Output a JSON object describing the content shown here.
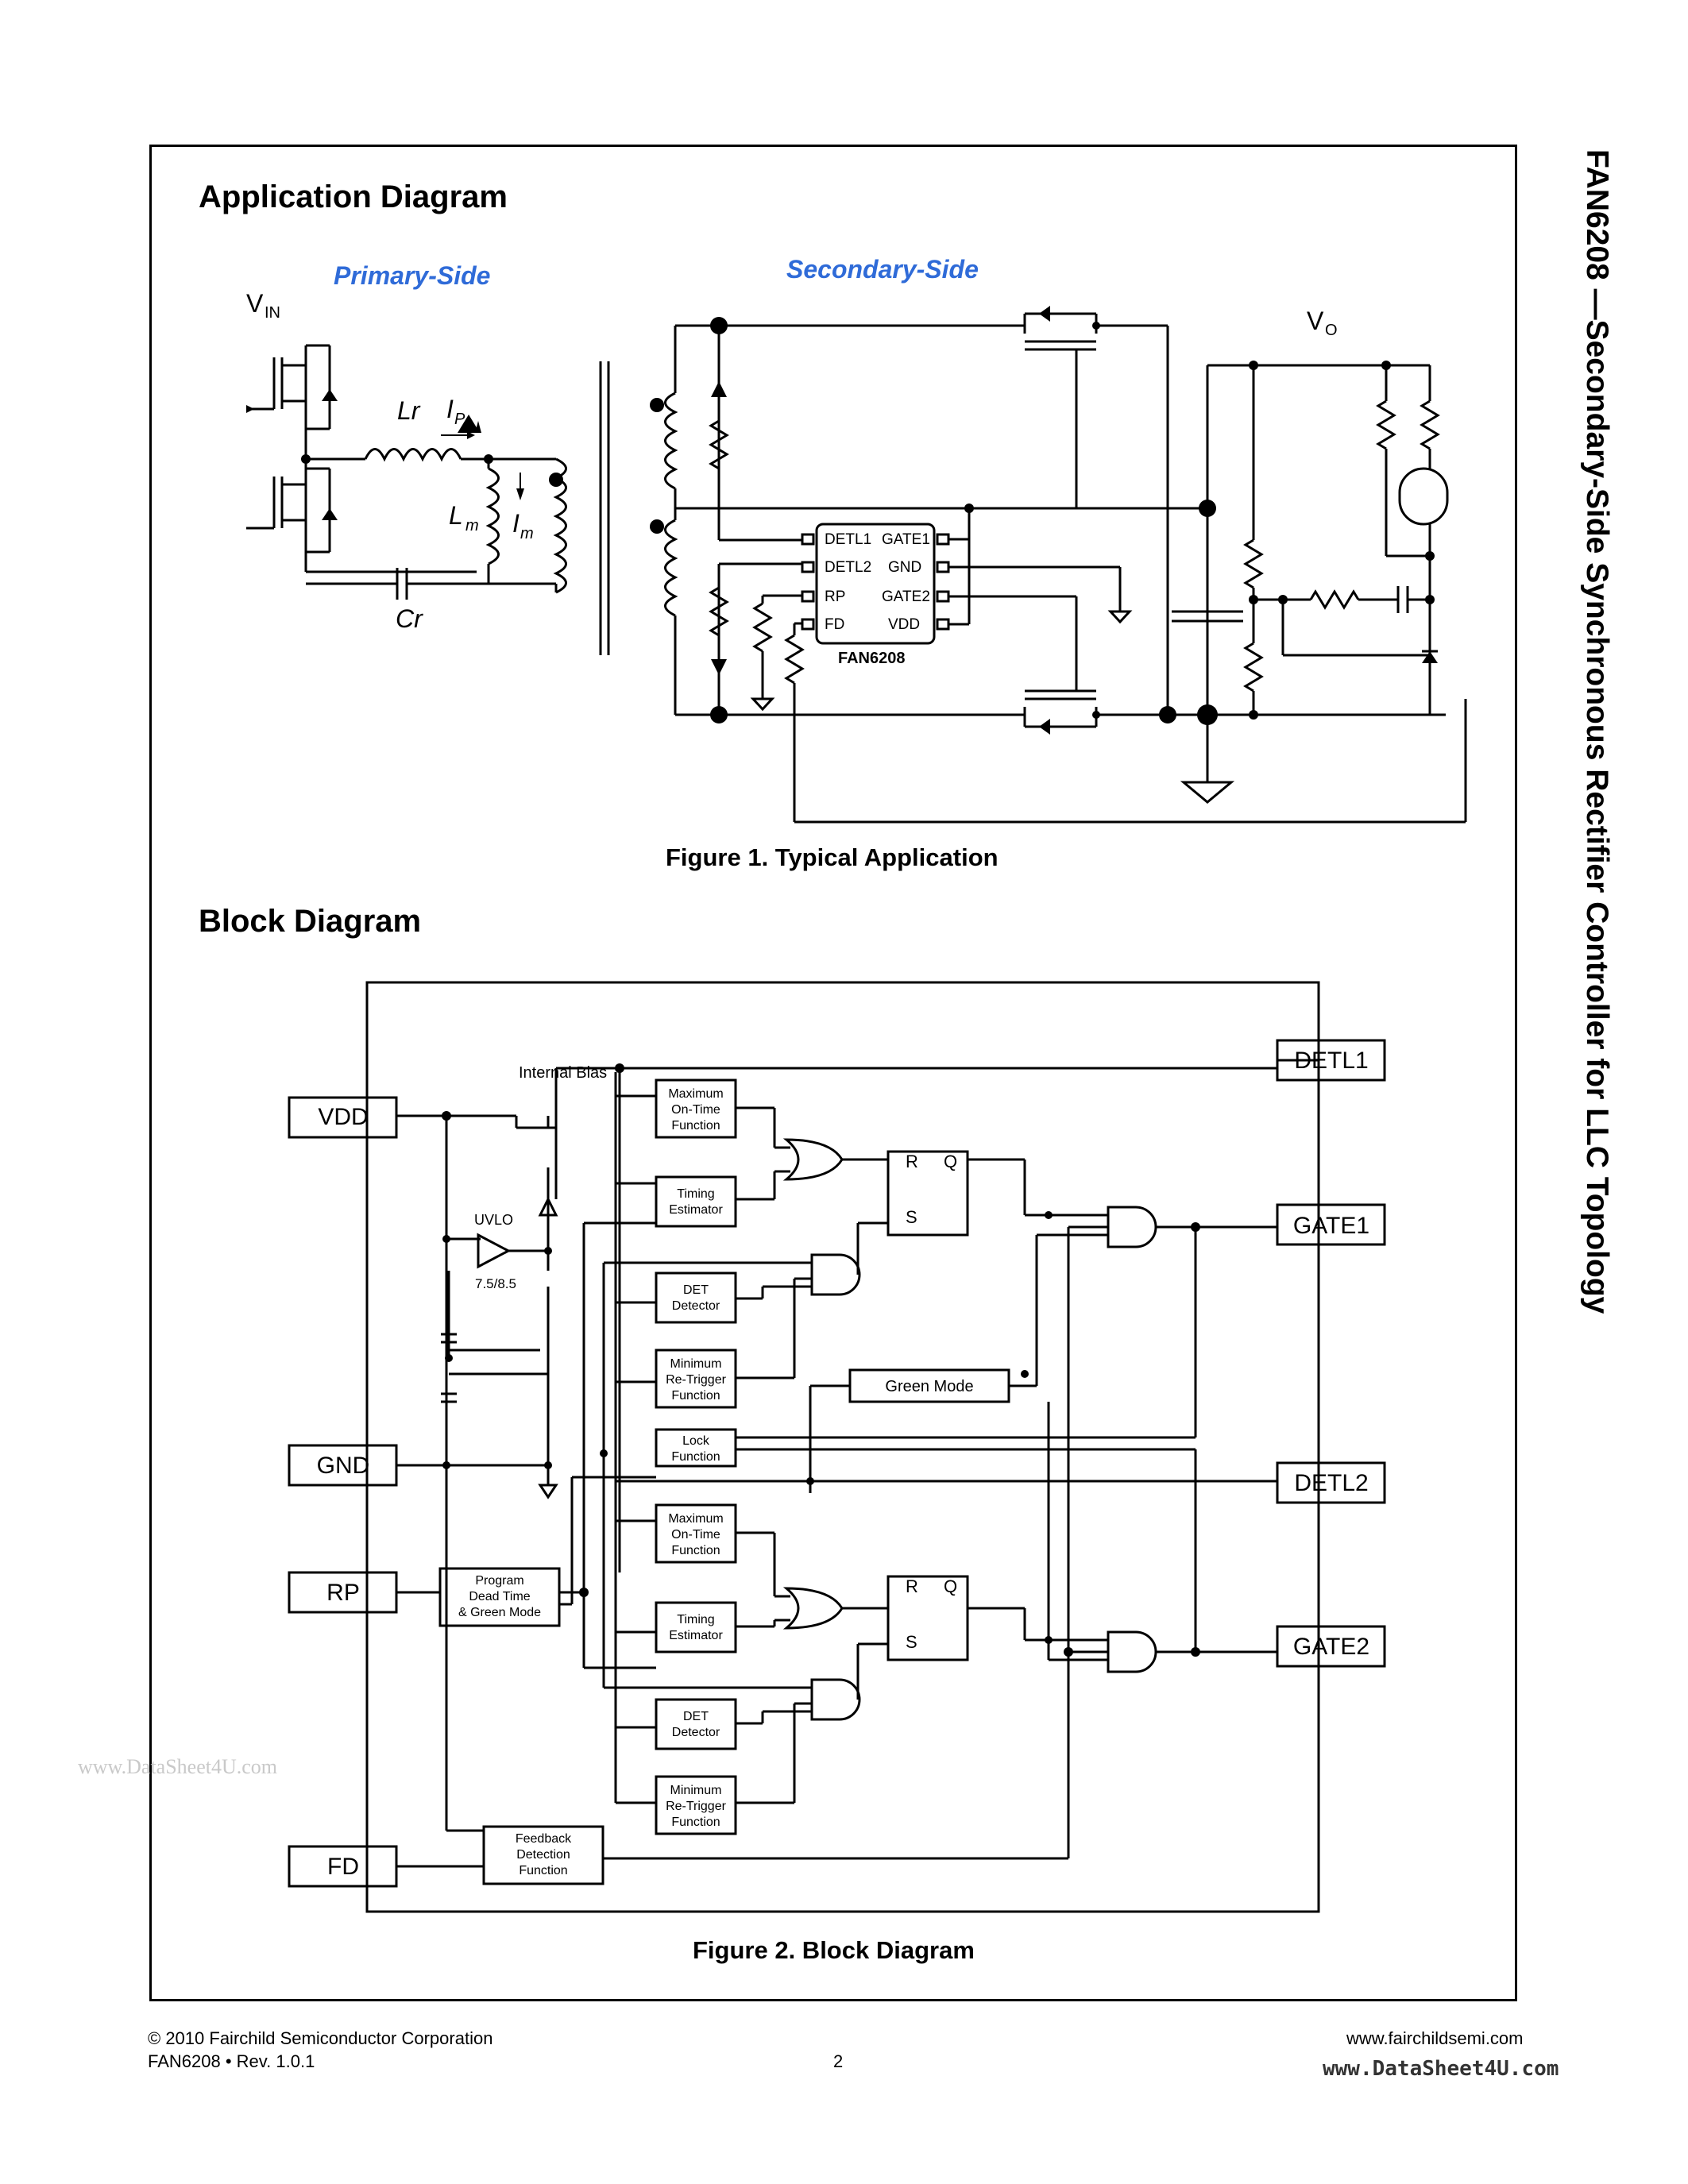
{
  "side_title": "FAN6208 —Secondary-Side Synchronous Rectifier Controller for LLC Topology",
  "sections": {
    "application_title": "Application Diagram",
    "block_title": "Block Diagram"
  },
  "captions": {
    "fig1": "Figure 1.  Typical Application",
    "fig2": "Figure 2.  Block Diagram"
  },
  "app_diagram": {
    "primary_label": "Primary-Side",
    "secondary_label": "Secondary-Side",
    "vin": "V",
    "vin_sub": "IN",
    "vo": "V",
    "vo_sub": "O",
    "lr": "Lr",
    "ip": "I",
    "ip_sub": "P",
    "lm": "L",
    "lm_sub": "m",
    "im": "I",
    "im_sub": "m",
    "cr": "Cr",
    "ic_name": "FAN6208",
    "pins_left": [
      "DETL1",
      "DETL2",
      "RP",
      "FD"
    ],
    "pins_right": [
      "GATE1",
      "GND",
      "GATE2",
      "VDD"
    ]
  },
  "block_diagram": {
    "pins": {
      "vdd": "VDD",
      "gnd": "GND",
      "rp": "RP",
      "fd": "FD",
      "detl1": "DETL1",
      "gate1": "GATE1",
      "detl2": "DETL2",
      "gate2": "GATE2"
    },
    "internal_bias": "Internal Bias",
    "uvlo": "UVLO",
    "uvlo_thresh": "7.5/8.5",
    "max_on": [
      "Maximum",
      "On-Time",
      "Function"
    ],
    "timing": [
      "Timing",
      "Estimator"
    ],
    "det": [
      "DET",
      "Detector"
    ],
    "min_retrigger": [
      "Minimum",
      "Re-Trigger",
      "Function"
    ],
    "lock": [
      "Lock",
      "Function"
    ],
    "green_mode": "Green Mode",
    "program": [
      "Program",
      "Dead Time",
      "& Green Mode"
    ],
    "feedback": [
      "Feedback",
      "Detection",
      "Function"
    ],
    "sr_r": "R",
    "sr_s": "S",
    "sr_q": "Q"
  },
  "footer": {
    "copyright": "© 2010 Fairchild Semiconductor Corporation",
    "part_rev": "FAN6208  •  Rev. 1.0.1",
    "page": "2",
    "url": "www.fairchildsemi.com"
  },
  "watermarks": {
    "left": "www.DataSheet4U.com",
    "bottom": "www.DataSheet4U.com"
  }
}
